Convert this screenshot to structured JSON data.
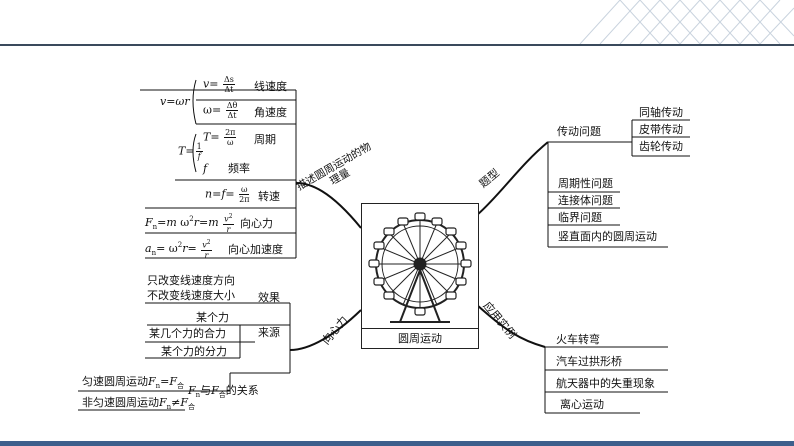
{
  "center": {
    "label": "圆周运动"
  },
  "branches": {
    "describe": "描述圆周运动的物理量",
    "problems": "题型",
    "force": "向心力",
    "applications": "应用实例"
  },
  "describe": {
    "vwr": "v=ωr",
    "v_label": "线速度",
    "w_label": "角速度",
    "period_label": "周期",
    "freq_label": "频率",
    "speed_label": "转速",
    "force_label": "向心力",
    "accel_label": "向心加速度"
  },
  "problems": {
    "transmission": "传动问题",
    "coaxial": "同轴传动",
    "belt": "皮带传动",
    "gear": "齿轮传动",
    "periodic": "周期性问题",
    "connected": "连接体问题",
    "critical": "临界问题",
    "vertical": "竖直面内的圆周运动"
  },
  "force": {
    "effect_line1": "只改变线速度方向",
    "effect_line2": "不改变线速度大小",
    "effect": "效果",
    "source": "来源",
    "src1": "某个力",
    "src2": "某几个力的合力",
    "src3": "某个力的分力",
    "uniform": "匀速圆周运动",
    "nonuniform": "非匀速圆周运动",
    "relation": "的关系"
  },
  "applications": {
    "a1": "火车转弯",
    "a2": "汽车过拱形桥",
    "a3": "航天器中的失重现象",
    "a4": "离心运动"
  }
}
